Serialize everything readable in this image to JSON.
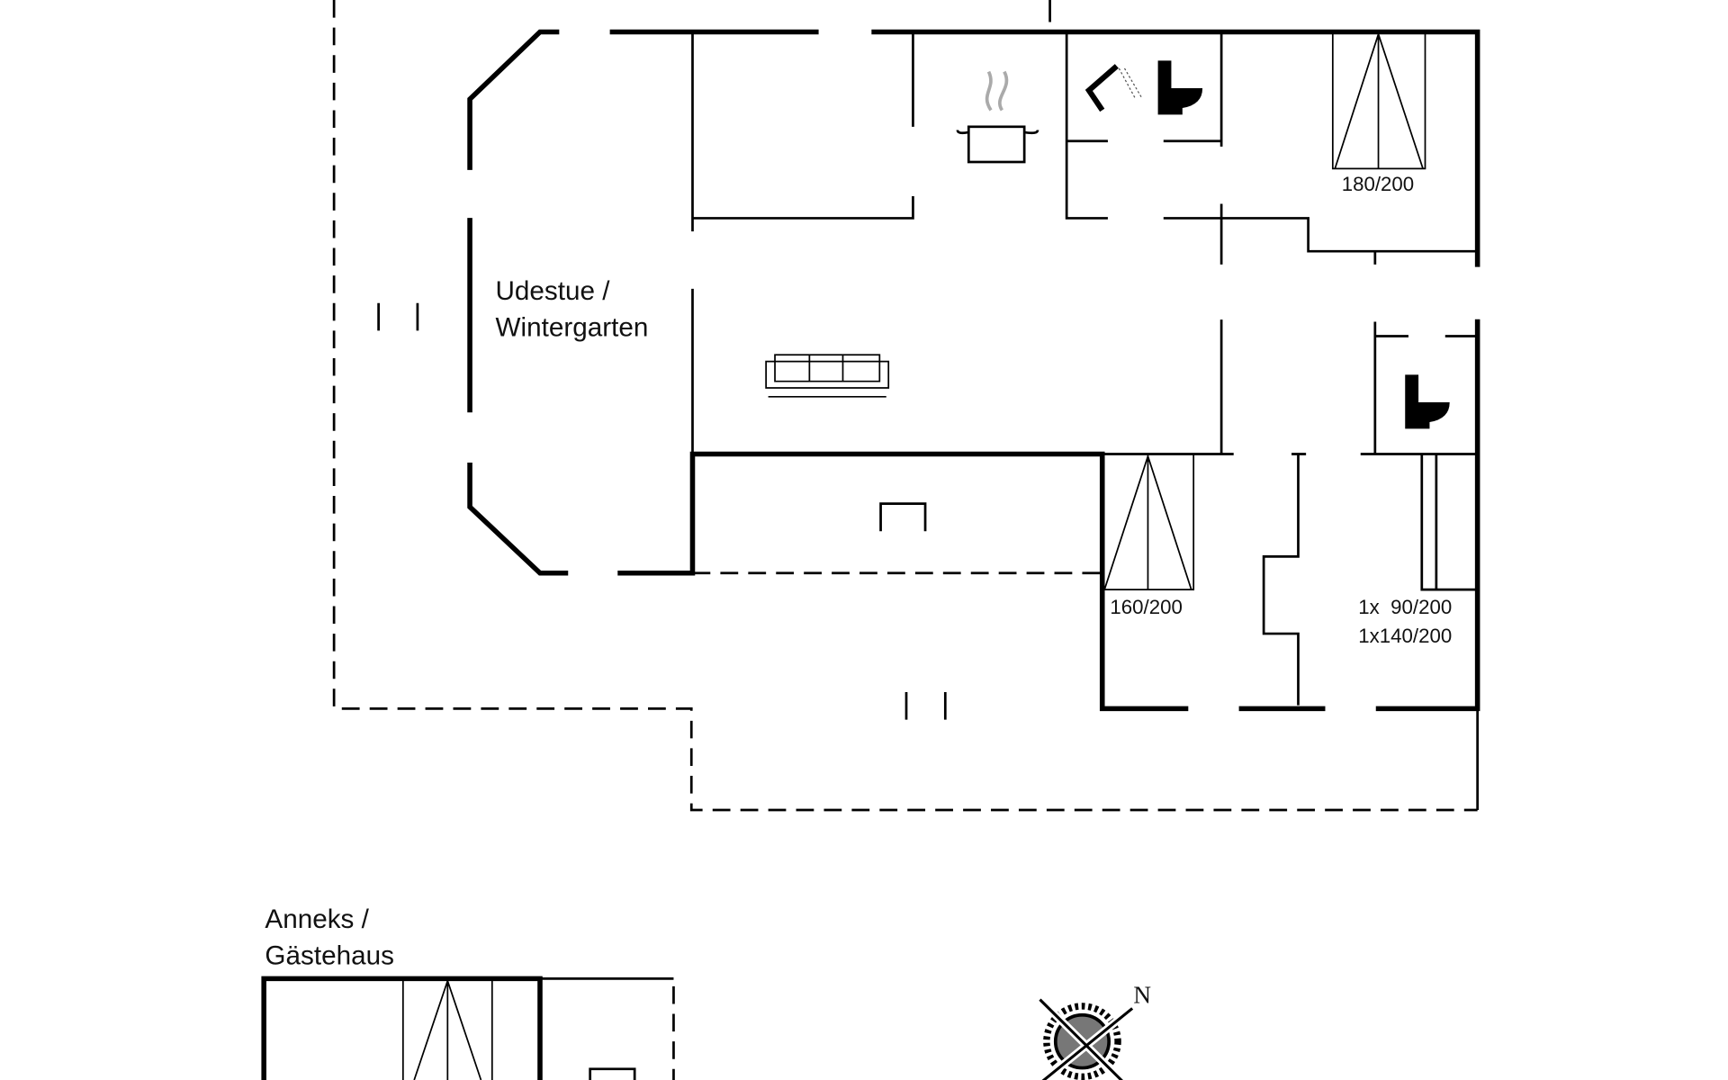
{
  "rooms": {
    "wintergarden_line1": "Udestue /",
    "wintergarden_line2": "Wintergarten",
    "annex_line1": "Anneks /",
    "annex_line2": "Gästehaus"
  },
  "beds": {
    "master": "180/200",
    "double": "160/200",
    "bunk_line1": "1x  90/200",
    "bunk_line2": "1x140/200"
  },
  "compass": {
    "north_label": "N"
  },
  "icons": [
    "cooking-pot-icon",
    "shower-icon",
    "toilet-icon",
    "sofa-icon",
    "fireplace-icon",
    "compass-rose-icon"
  ]
}
